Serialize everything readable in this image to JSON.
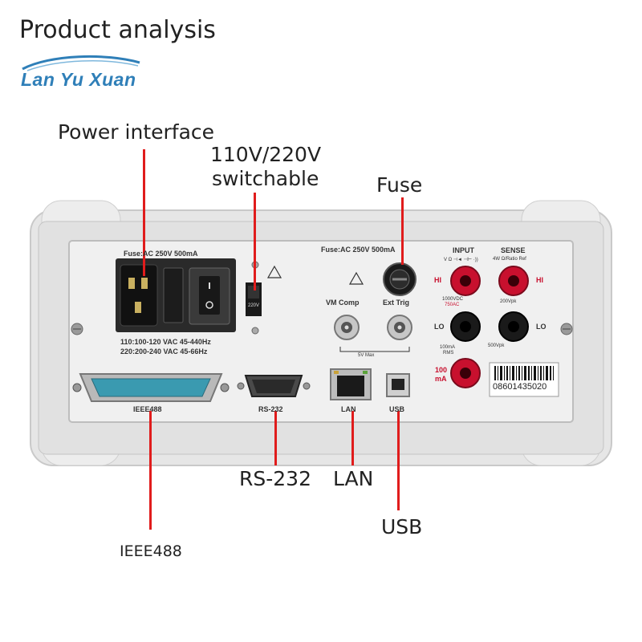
{
  "title": "Product analysis",
  "logo": {
    "text": "Lan Yu Xuan",
    "color": "#2f7fb8"
  },
  "callouts": {
    "power": "Power interface",
    "switch_line1": "110V/220V",
    "switch_line2": "switchable",
    "fuse": "Fuse",
    "rs232": "RS-232",
    "lan": "LAN",
    "usb": "USB",
    "ieee": "IEEE488"
  },
  "panel": {
    "fuse_left": "Fuse:AC 250V 500mA",
    "fuse_right": "Fuse:AC 250V 500mA",
    "voltage_line1": "110:100-120 VAC  45-440Hz",
    "voltage_line2": "220:200-240 VAC  45-66Hz",
    "switch_value": "220V",
    "vm_comp": "VM Comp",
    "ext_trig": "Ext Trig",
    "bnc_note": "5V Max",
    "input": "INPUT",
    "input_sub": "V Ω ⊣◄ ⊣⊢ ·))",
    "sense": "SENSE",
    "sense_sub": "4W Ω/Ratio Ref",
    "hi": "HI",
    "lo": "LO",
    "v1000": "1000VDC",
    "v750": "750AC",
    "vpk200": "200Vpk",
    "ma_rms_1": "100mA",
    "ma_rms_2": "RMS",
    "vpk500": "500Vpk",
    "ma100_1": "100",
    "ma100_2": "mA",
    "serial": "08601435020",
    "port_ieee": "IEEE488",
    "port_rs232": "RS-232",
    "port_lan": "LAN",
    "port_usb": "USB"
  },
  "colors": {
    "callout_line": "#e01c1c",
    "terminal_red": "#c8102e",
    "terminal_black": "#1a1a1a"
  }
}
